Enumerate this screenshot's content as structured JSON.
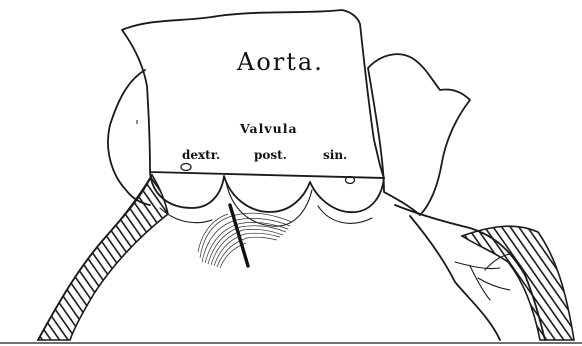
{
  "labels": {
    "title": "Aorta.",
    "valve": "Valvula",
    "right": "dextr.",
    "posterior": "post.",
    "left": "sin."
  }
}
